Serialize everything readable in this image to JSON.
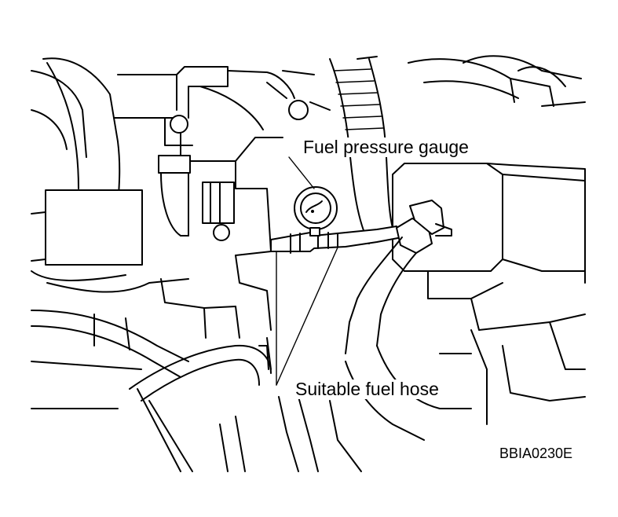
{
  "labels": {
    "fuel_pressure_gauge": "Fuel pressure gauge",
    "suitable_fuel_hose": "Suitable fuel hose",
    "figure_code": "BBIA0230E"
  },
  "colors": {
    "line": "#000000",
    "background": "#ffffff"
  }
}
